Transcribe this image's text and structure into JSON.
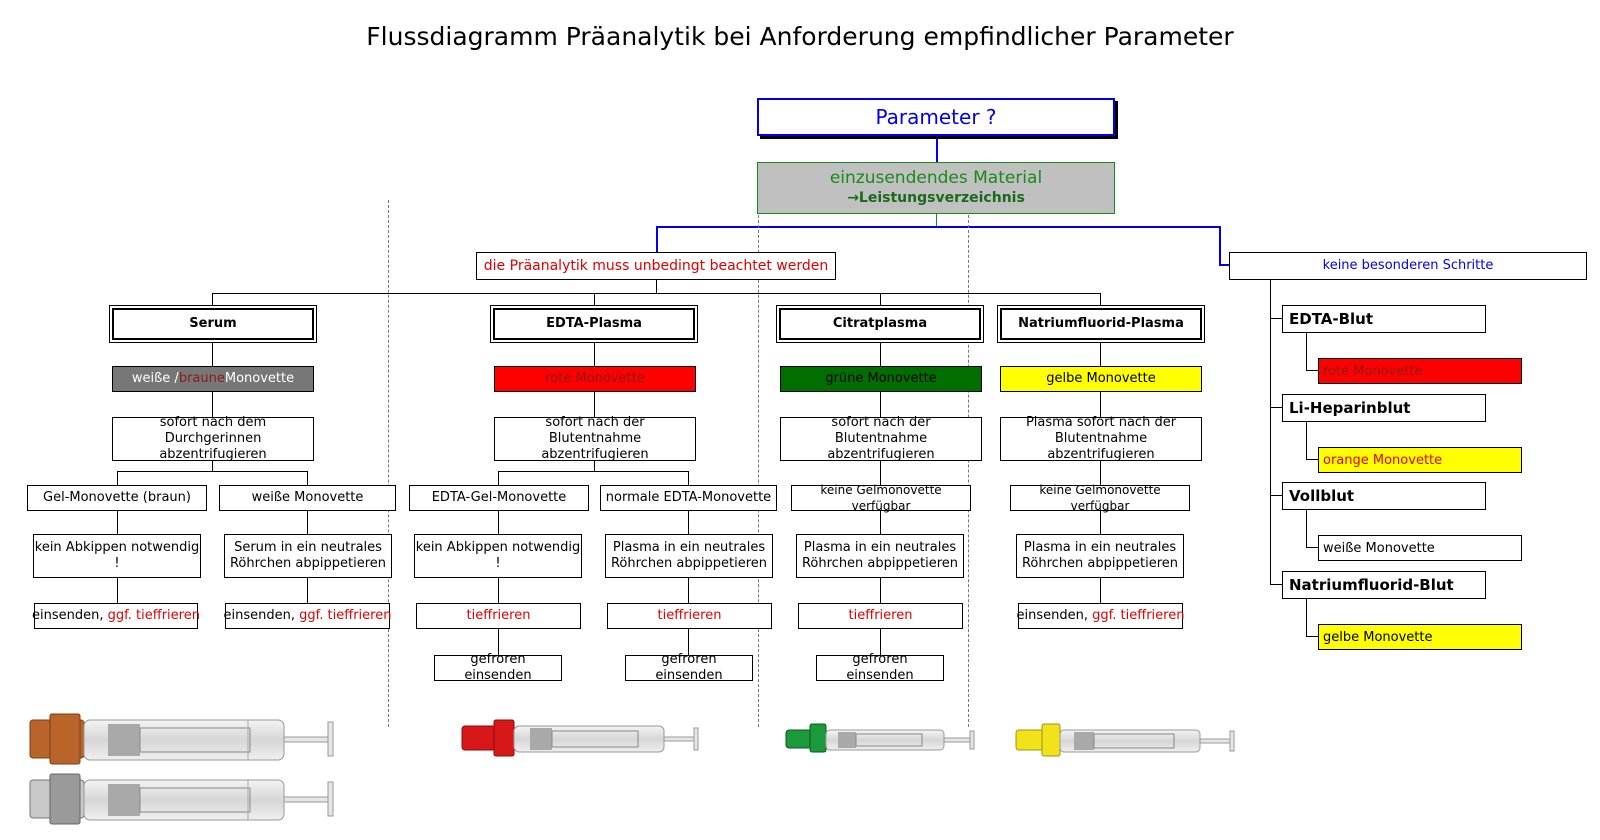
{
  "title": "Flussdiagramm Präanalytik bei Anforderung empfindlicher Parameter",
  "root": {
    "label": "Parameter ?"
  },
  "material": {
    "line1": "einzusendendes Material",
    "line2": "→Leistungsverzeichnis"
  },
  "note_required": "die Präanalytik muss unbedingt beachtet werden",
  "note_none": "keine besonderen Schritte",
  "colors": {
    "grey": "#777777",
    "red": "#ff0000",
    "green": "#006f00",
    "yellow": "#ffff00",
    "blue": "#0000ee",
    "material_green": "#1a8a1a",
    "material_bg": "#c0c0c0"
  },
  "columns": {
    "serum": {
      "header": "Serum",
      "tube": {
        "part1": "weiße /",
        "part2": "braune",
        "part3": " Monovette"
      },
      "step": "sofort nach dem Durchgerinnen abzentrifugieren",
      "left": {
        "label": "Gel-Monovette (braun)",
        "step": "kein Abkippen notwendig !",
        "send1": "einsenden,",
        "send2": " ggf. tieffrieren"
      },
      "right": {
        "label": "weiße Monovette",
        "step": "Serum in ein neutrales Röhrchen abpippetieren",
        "send1": "einsenden,",
        "send2": " ggf. tieffrieren"
      }
    },
    "edta": {
      "header": "EDTA-Plasma",
      "tube": "rote Monovette",
      "step": "sofort nach der Blutentnahme abzentrifugieren",
      "left": {
        "label": "EDTA-Gel-Monovette",
        "step": "kein Abkippen notwendig !",
        "freeze": "tieffrieren",
        "send": "gefroren einsenden"
      },
      "right": {
        "label": "normale EDTA-Monovette",
        "step": "Plasma in ein neutrales Röhrchen abpippetieren",
        "freeze": "tieffrieren",
        "send": "gefroren einsenden"
      }
    },
    "citrat": {
      "header": "Citratplasma",
      "tube": "grüne Monovette",
      "step": "sofort nach der Blutentnahme abzentrifugieren",
      "nogel": "keine Gelmonovette verfügbar",
      "pipette": "Plasma in ein neutrales Röhrchen abpippetieren",
      "freeze": "tieffrieren",
      "send": "gefroren einsenden"
    },
    "fluorid": {
      "header": "Natriumfluorid-Plasma",
      "tube": "gelbe Monovette",
      "step": "Plasma sofort nach der Blutentnahme abzentrifugieren",
      "nogel": "keine Gelmonovette verfügbar",
      "pipette": "Plasma in ein neutrales Röhrchen abpippetieren",
      "send1": "einsenden,",
      "send2": " ggf. tieffrieren"
    }
  },
  "right_panel": [
    {
      "label": "EDTA-Blut",
      "tube": "rote Monovette",
      "tube_color": "#ff0000",
      "tube_text_color": "#8b1a1a"
    },
    {
      "label": "Li-Heparinblut",
      "tube": "orange Monovette",
      "tube_color": "#ffff00",
      "tube_text_color": "#e00000"
    },
    {
      "label": "Vollblut",
      "tube": "weiße Monovette",
      "tube_color": "#ffffff",
      "tube_text_color": "#000000"
    },
    {
      "label": "Natriumfluorid-Blut",
      "tube": "gelbe Monovette",
      "tube_color": "#ffff00",
      "tube_text_color": "#000000"
    }
  ],
  "tube_images": [
    {
      "cap": "brown",
      "cap_color": "#b8642a"
    },
    {
      "cap": "grey",
      "cap_color": "#9a9a9a"
    },
    {
      "cap": "red",
      "cap_color": "#d81818"
    },
    {
      "cap": "green",
      "cap_color": "#1a9a3a"
    },
    {
      "cap": "yellow",
      "cap_color": "#f2e21a"
    }
  ]
}
